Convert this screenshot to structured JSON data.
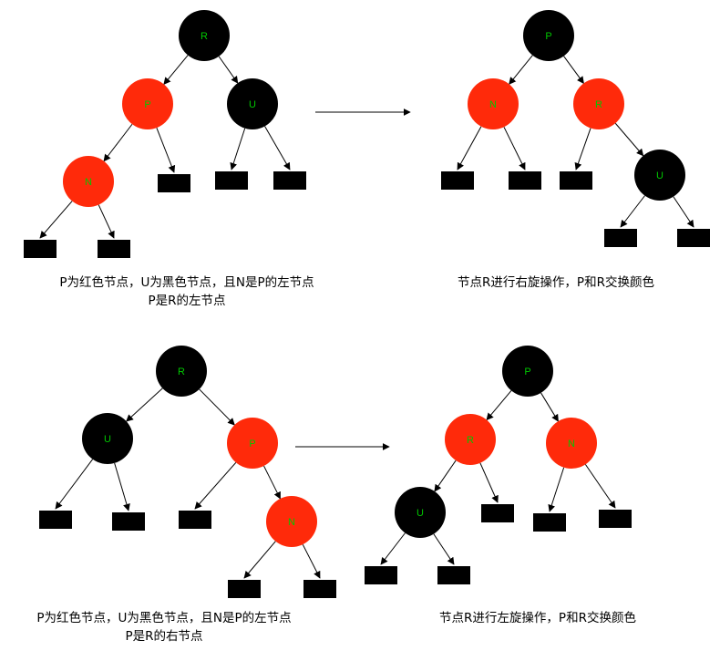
{
  "colors": {
    "red": "#ff2a0a",
    "black": "#000000",
    "label": "#00c800"
  },
  "node_labels": {
    "R": "R",
    "P": "P",
    "U": "U",
    "N": "N"
  },
  "captions": {
    "case1_before_line1": "P为红色节点，U为黑色节点，且N是P的左节点",
    "case1_before_line2": "P是R的左节点",
    "case1_after": "节点R进行右旋操作，P和R交换颜色",
    "case2_before_line1": "P为红色节点，U为黑色节点，且N是P的左节点",
    "case2_before_line2": "P是R的右节点",
    "case2_after": "节点R进行左旋操作，P和R交换颜色"
  }
}
